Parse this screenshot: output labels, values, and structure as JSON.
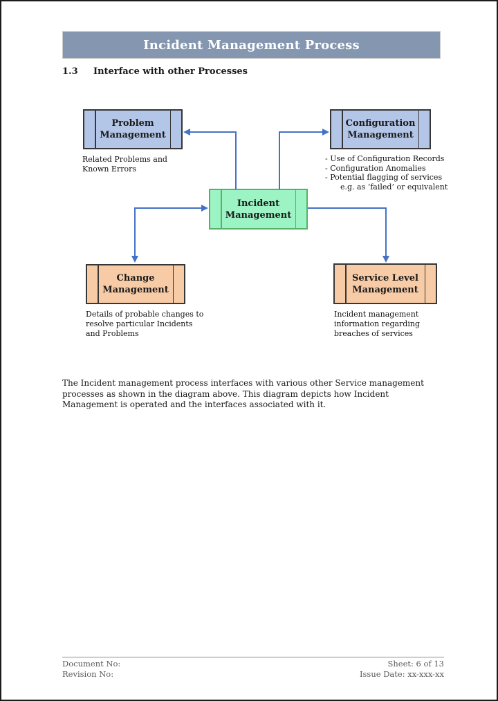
{
  "banner": {
    "title": "Incident Management Process",
    "bg": "#8496B0"
  },
  "heading": {
    "number": "1.3",
    "title": "Interface with other Processes"
  },
  "diagram": {
    "arrow_color": "#4472C4",
    "nodes": {
      "problem": {
        "label": "Problem Management",
        "fill": "#B4C6E7",
        "border": "#363636"
      },
      "configuration": {
        "label": "Configuration Management",
        "fill": "#B4C6E7",
        "border": "#363636"
      },
      "incident": {
        "label": "Incident Management",
        "fill": "#9CF3C4",
        "border": "#58B168"
      },
      "change": {
        "label": "Change Management",
        "fill": "#F7CBA6",
        "border": "#363636"
      },
      "service_level": {
        "label": "Service Level Management",
        "fill": "#F7CBA6",
        "border": "#363636"
      }
    },
    "captions": {
      "problem": [
        "Related Problems and",
        "Known Errors"
      ],
      "configuration": [
        "-  Use of Configuration Records",
        "-  Configuration Anomalies",
        "-  Potential flagging of services",
        "e.g. as ‘failed’ or equivalent"
      ],
      "change": [
        "Details of probable changes to",
        "resolve particular Incidents",
        "and Problems"
      ],
      "service_level": [
        "Incident management",
        "information regarding",
        "breaches of services"
      ]
    }
  },
  "body_text": "The Incident management process interfaces with various other Service management processes as shown in the diagram above. This diagram depicts how Incident Management is operated and the interfaces associated with it.",
  "footer": {
    "document_no_label": "Document No:",
    "revision_no_label": "Revision No:",
    "sheet": "Sheet: 6 of 13",
    "issue_date": "Issue Date: xx-xxx-xx"
  }
}
